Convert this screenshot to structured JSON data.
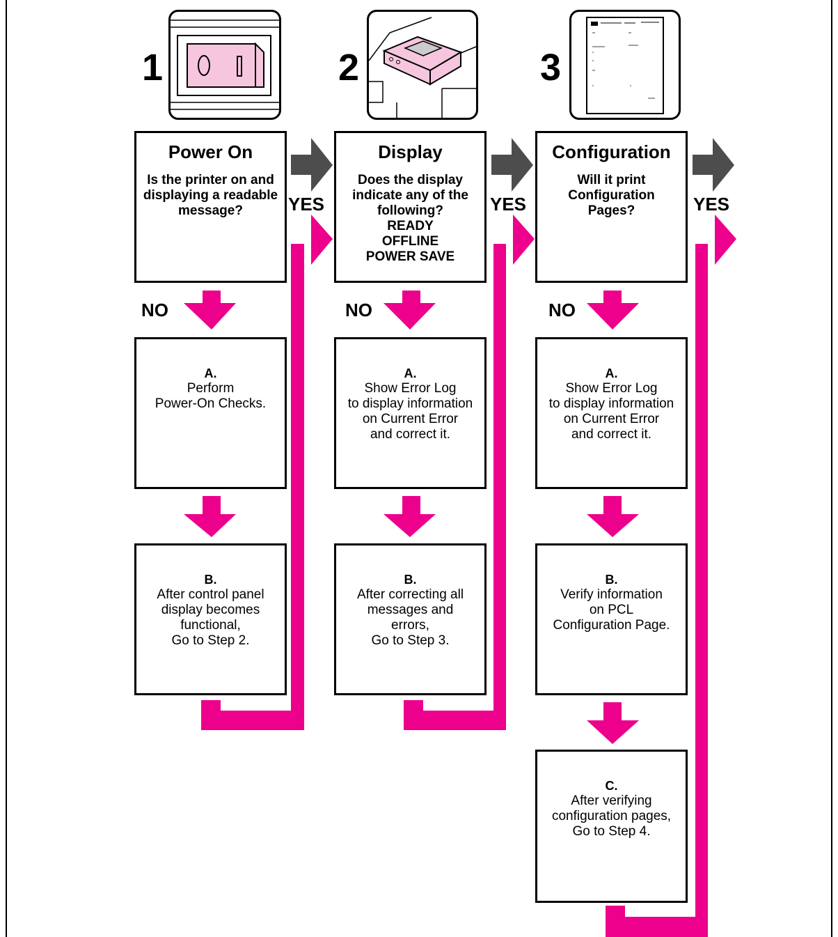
{
  "steps": [
    {
      "number": "1",
      "icon": "power-switch-icon",
      "title": "Power On",
      "question": "Is the printer on and displaying a readable message?",
      "yes_label": "YES",
      "no_label": "NO",
      "actions": [
        {
          "letter": "A.",
          "text": "Perform\nPower-On Checks."
        },
        {
          "letter": "B.",
          "text": "After control panel\ndisplay becomes\nfunctional,\nGo to Step 2."
        }
      ]
    },
    {
      "number": "2",
      "icon": "printer-control-panel-icon",
      "title": "Display",
      "question": "Does the display indicate any of the following?\nREADY\nOFFLINE\nPOWER SAVE",
      "yes_label": "YES",
      "no_label": "NO",
      "actions": [
        {
          "letter": "A.",
          "text": "Show Error Log\nto display information\non Current Error\nand correct it."
        },
        {
          "letter": "B.",
          "text": "After correcting all\nmessages and\nerrors,\nGo to Step 3."
        }
      ]
    },
    {
      "number": "3",
      "icon": "configuration-page-icon",
      "title": "Configuration",
      "question": "Will it print\nConfiguration\nPages?",
      "yes_label": "YES",
      "no_label": "NO",
      "actions": [
        {
          "letter": "A.",
          "text": "Show Error Log\nto display information\non Current Error\nand correct it."
        },
        {
          "letter": "B.",
          "text": "Verify information\non PCL\nConfiguration Page."
        },
        {
          "letter": "C.",
          "text": "After verifying\nconfiguration pages,\nGo to Step 4."
        }
      ]
    }
  ],
  "colors": {
    "flow_arrow": "#EC008C",
    "next_arrow": "#4D4D4D",
    "highlight": "#F5C6DE"
  }
}
